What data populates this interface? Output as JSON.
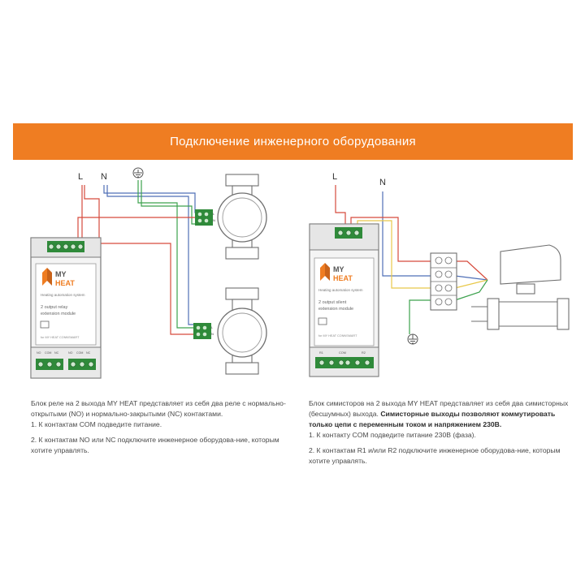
{
  "header": {
    "title": "Подключение инженерного оборудования"
  },
  "left_diagram": {
    "wire_labels": {
      "line": "L",
      "neutral": "N"
    },
    "pump_terminal_labels": [
      "L",
      "N"
    ],
    "module": {
      "logo_top": "MY",
      "logo_bottom": "HEAT",
      "tagline": "Heating automation system",
      "title_line1": "2 output relay",
      "title_line2": "extension module",
      "footer": "for MY HEAT CONNSMART",
      "contact_labels": [
        "NO",
        "COM",
        "NC",
        "NO",
        "COM",
        "NC"
      ]
    }
  },
  "right_diagram": {
    "wire_labels": {
      "line": "L",
      "neutral": "N"
    },
    "module": {
      "logo_top": "MY",
      "logo_bottom": "HEAT",
      "tagline": "Heating automation system",
      "title_line1": "2 output silent",
      "title_line2": "extension module",
      "footer": "for MY HEAT CONNSMART",
      "contact_labels": [
        "R1",
        "COM",
        "R2"
      ]
    }
  },
  "captions": {
    "left": {
      "intro": "Блок реле на 2 выхода MY HEAT представляет из себя два реле с нормально-открытыми (NO) и нормально-закрытыми (NC) контактами.",
      "step1": "1. К контактам COM подведите питание.",
      "step2": "2. К контактам NO или NC подключите инженерное оборудова-ние, которым хотите управлять."
    },
    "right": {
      "intro": "Блок симисторов на 2 выхода MY HEAT представляет из себя два симисторных (бесшумных) выхода.",
      "intro_bold": "Симисторные выходы позволяют коммутировать только цепи с переменным током и напряжением 230В.",
      "step1": "1. К контакту COM подведите питание 230В (фаза).",
      "step2": "2. К контактам R1 и/или R2 подключите инженерное оборудова-ние, которым хотите управлять."
    }
  },
  "colors": {
    "accent": "#ef7d22",
    "red_wire": "#d64a3c",
    "blue_wire": "#4f6fb6",
    "green_wire": "#3da24e",
    "yellow_wire": "#e8c84a"
  }
}
